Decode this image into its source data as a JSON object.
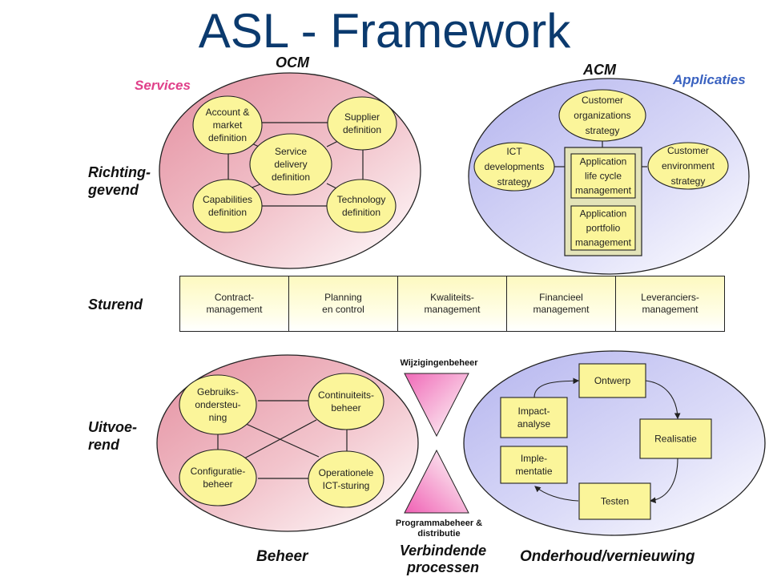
{
  "title": "ASL - Framework",
  "column_labels": {
    "ocm": "OCM",
    "acm": "ACM",
    "services": "Services",
    "applicaties": "Applicaties",
    "beheer": "Beheer",
    "verbindende": "Verbindende",
    "processen": "processen",
    "onderhoud": "Onderhoud/vernieuwing"
  },
  "row_labels": {
    "richting_1": "Richting-",
    "richting_2": "gevend",
    "sturend": "Sturend",
    "uitvoe_1": "Uitvoe-",
    "uitvoe_2": "rend"
  },
  "colors": {
    "title": "#0b3a6e",
    "services_label": "#e0408a",
    "applicaties_label": "#3a62c0",
    "node_fill": "#fbf59a",
    "pink_ellipse": "#e8a4b0",
    "blue_ellipse": "#c8c8f4"
  },
  "ocm": {
    "nodes": [
      {
        "id": "account",
        "lines": [
          "Account &",
          "market",
          "definition"
        ]
      },
      {
        "id": "supplier",
        "lines": [
          "Supplier",
          "definition"
        ]
      },
      {
        "id": "service",
        "lines": [
          "Service",
          "delivery",
          "definition"
        ]
      },
      {
        "id": "capabilities",
        "lines": [
          "Capabilities",
          "definition"
        ]
      },
      {
        "id": "technology",
        "lines": [
          "Technology",
          "definition"
        ]
      }
    ]
  },
  "acm": {
    "nodes": [
      {
        "id": "customer-org",
        "lines": [
          "Customer",
          "organizations",
          "strategy"
        ]
      },
      {
        "id": "ict-dev",
        "lines": [
          "ICT",
          "developments",
          "strategy"
        ]
      },
      {
        "id": "customer-env",
        "lines": [
          "Customer",
          "environment",
          "strategy"
        ]
      }
    ],
    "boxes": [
      {
        "id": "alcm",
        "lines": [
          "Application",
          "life cycle",
          "management"
        ]
      },
      {
        "id": "apm",
        "lines": [
          "Application",
          "portfolio",
          "management"
        ]
      }
    ]
  },
  "sturend": {
    "cells": [
      "Contract-\nmanagement",
      "Planning\nen control",
      "Kwaliteits-\nmanagement",
      "Financieel\nmanagement",
      "Leveranciers-\nmanagement"
    ]
  },
  "beheer": {
    "nodes": [
      {
        "id": "gebruiks",
        "lines": [
          "Gebruiks-",
          "ondersteu-",
          "ning"
        ]
      },
      {
        "id": "continuiteit",
        "lines": [
          "Continuiteits-",
          "beheer"
        ]
      },
      {
        "id": "configuratie",
        "lines": [
          "Configuratie-",
          "beheer"
        ]
      },
      {
        "id": "operationele",
        "lines": [
          "Operationele",
          "ICT-sturing"
        ]
      }
    ]
  },
  "verbindend": {
    "top": "Wijzigingenbeheer",
    "bottom_1": "Programmabeheer &",
    "bottom_2": "distributie"
  },
  "onderhoud": {
    "boxes": [
      {
        "id": "ontwerp",
        "lines": [
          "Ontwerp"
        ]
      },
      {
        "id": "impact",
        "lines": [
          "Impact-",
          "analyse"
        ]
      },
      {
        "id": "realisatie",
        "lines": [
          "Realisatie"
        ]
      },
      {
        "id": "implementatie",
        "lines": [
          "Imple-",
          "mentatie"
        ]
      },
      {
        "id": "testen",
        "lines": [
          "Testen"
        ]
      }
    ]
  }
}
